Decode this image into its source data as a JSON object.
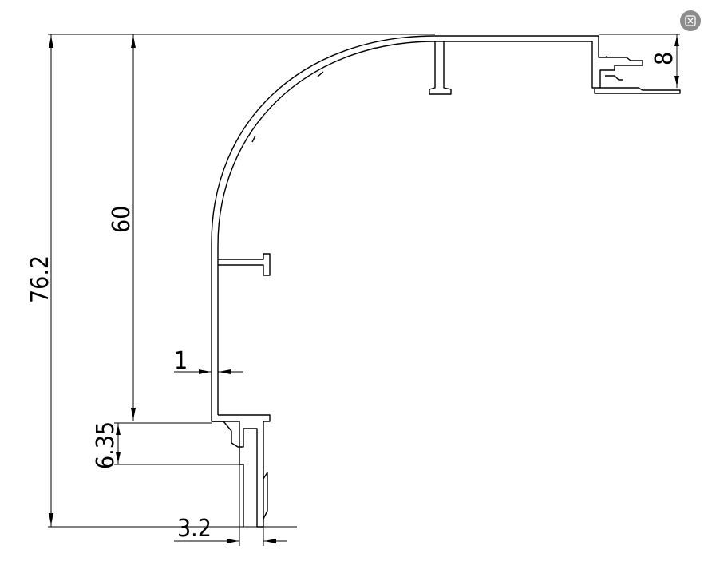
{
  "dimensions": {
    "total_height": "76.2",
    "upper_height": "60",
    "wall_thickness": "1",
    "top_right": "8",
    "step_height": "6.35",
    "bottom_width": "3.2"
  },
  "controls": {
    "close_icon": "close-icon"
  },
  "colors": {
    "line": "#000000",
    "background": "#ffffff",
    "button": "#8c8c8c"
  }
}
